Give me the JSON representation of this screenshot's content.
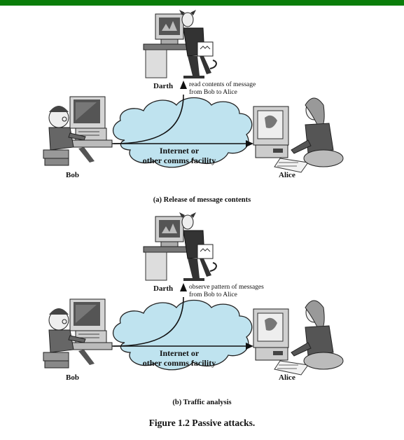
{
  "figure_title": "Figure 1.2  Passive attacks.",
  "panels": [
    {
      "darth_label": "Darth",
      "note": "read contents of message from Bob to Alice",
      "cloud_line1": "Internet or",
      "cloud_line2": "other comms facility",
      "bob_label": "Bob",
      "alice_label": "Alice",
      "caption": "(a) Release of message contents"
    },
    {
      "darth_label": "Darth",
      "note": "observe pattern of messages from Bob to Alice",
      "cloud_line1": "Internet or",
      "cloud_line2": "other comms facility",
      "bob_label": "Bob",
      "alice_label": "Alice",
      "caption": "(b) Traffic analysis"
    }
  ],
  "colors": {
    "cloud_fill": "#bfe3ef",
    "top_bar": "#0a7d0a"
  }
}
